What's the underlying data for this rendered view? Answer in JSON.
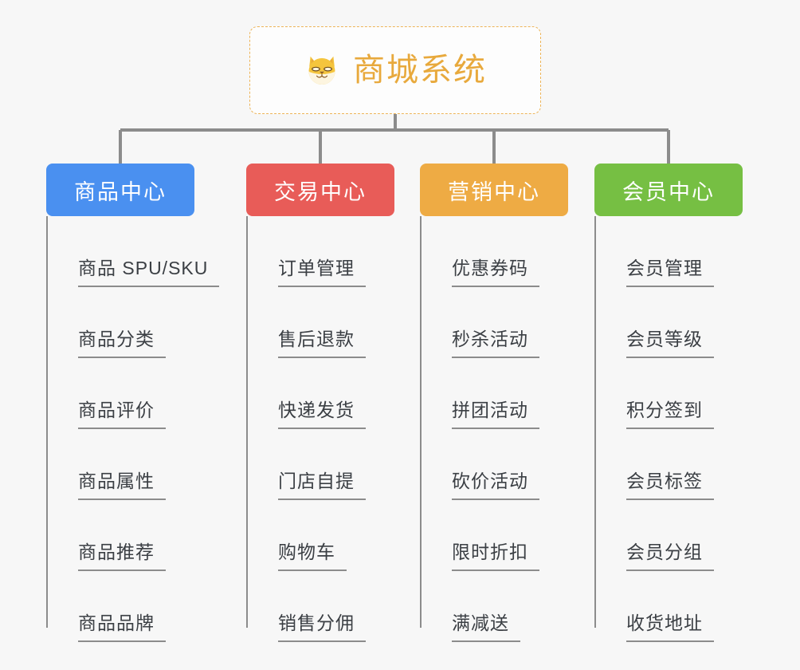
{
  "root": {
    "title": "商城系统",
    "logo_icon": "shiba-dog-icon",
    "border_color": "#edb458",
    "text_color": "#e8a93c"
  },
  "connector": {
    "color": "#8c8c8c"
  },
  "background_color": "#f7f7f7",
  "columns": [
    {
      "title": "商品中心",
      "color": "#4a90f0",
      "items": [
        "商品 SPU/SKU",
        "商品分类",
        "商品评价",
        "商品属性",
        "商品推荐",
        "商品品牌"
      ]
    },
    {
      "title": "交易中心",
      "color": "#e85c58",
      "items": [
        "订单管理",
        "售后退款",
        "快递发货",
        "门店自提",
        "购物车",
        "销售分佣"
      ]
    },
    {
      "title": "营销中心",
      "color": "#eeab44",
      "items": [
        "优惠券码",
        "秒杀活动",
        "拼团活动",
        "砍价活动",
        "限时折扣",
        "满减送"
      ]
    },
    {
      "title": "会员中心",
      "color": "#76bf43",
      "items": [
        "会员管理",
        "会员等级",
        "积分签到",
        "会员标签",
        "会员分组",
        "收货地址"
      ]
    }
  ]
}
